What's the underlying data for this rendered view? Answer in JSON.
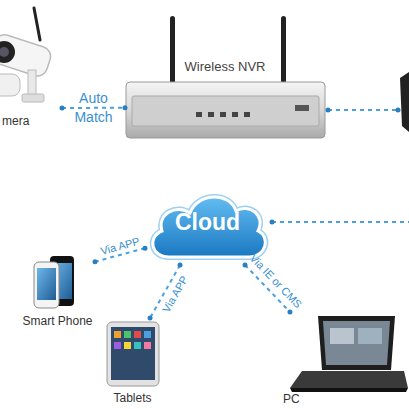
{
  "diagram": {
    "nodes": [
      {
        "text": [
          "mera"
        ]
      },
      {
        "text": [
          "Wireless NVR"
        ]
      },
      {
        "text": [
          "Cloud"
        ]
      },
      {
        "text": [
          "Smart Phone"
        ]
      },
      {
        "text": [
          "Tablets"
        ]
      },
      {
        "text": [
          "PC"
        ]
      }
    ],
    "edges": [
      {
        "from": 0,
        "to": 1,
        "arrow": "none",
        "label": "Auto Match"
      },
      {
        "from": 2,
        "to": 3,
        "arrow": "none",
        "label": "Via APP"
      },
      {
        "from": 2,
        "to": 4,
        "arrow": "none",
        "label": "Via APP"
      },
      {
        "from": 2,
        "to": 5,
        "arrow": "none",
        "label": "Via IE or CMS"
      }
    ]
  }
}
